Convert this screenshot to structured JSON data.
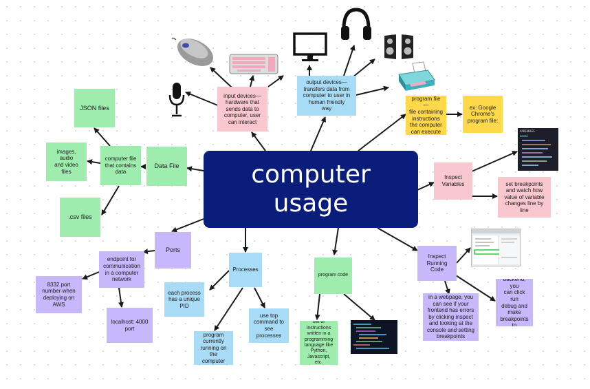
{
  "center": {
    "title": "computer\nusage"
  },
  "notes": {
    "data_file": "Data File",
    "computer_file": "computer file\nthat contains\ndata",
    "json_files": "JSON files",
    "images_audio": "images, audio\nand video\nfiles",
    "csv_files": ".csv files",
    "input_devices": "input devices—\nhardware that\nsends data to\ncomputer, user\ncan interact",
    "output_devices": "output devices—\ntransfers data from\ncomputer to user in\nhuman friendly\nway",
    "program_file": "program file—\nfile containing\ninstructions\nthe computer\ncan execute",
    "chrome_example": "ex: Google\nChrome's\nprogram file:",
    "inspect_variables": "Inspect\nVariables",
    "breakpoints": "set breakpoints\nand watch how\nvalue of variable\nchanges line by\nline",
    "ports": "Ports",
    "endpoint": "endpoint for\ncommunication\nin a computer\nnetwork",
    "port_8332": "8332 port\nnumber when\ndeploying on\nAWS",
    "localhost": "localhost: 4000\nport",
    "processes": "Processes",
    "unique_pid": "each process\nhas a unique\nPID",
    "running_program": "program\ncurrently\nrunning on the\ncomputer",
    "top_command": "use top\ncommand to\nsee processes",
    "program_code": "program code",
    "instructions": "set of\ninstructions\nwritten in a\nprogramming\nlanguage like\nPython,\nJavascript, etc.",
    "inspect_running_code": "Inspect\nRunning Code",
    "webpage_inspect": "in a webpage, you\ncan see if your\nfrontend has errors\nby clicking inspect\nand looking at the\nconsole and setting\nbreakpoints",
    "vscode_debug": "in vscode\nbackend, you\ncan click run\ndebug and\nmake\nbreakpoints to\nsee issues"
  },
  "screenshot_labels": {
    "variables": "VARIABLES",
    "local": "Local"
  },
  "colors": {
    "green": "#9eedae",
    "pink": "#f9c7ce",
    "blue": "#a8dcf6",
    "purple": "#c7b7fb",
    "yellow": "#ffd94a",
    "center": "#0b1d7a"
  },
  "icons": [
    "mouse-icon",
    "keyboard-icon",
    "microphone-icon",
    "monitor-icon",
    "headphones-icon",
    "speakers-icon",
    "printer-icon",
    "code-screenshot",
    "devtools-screenshot",
    "variables-screenshot"
  ]
}
